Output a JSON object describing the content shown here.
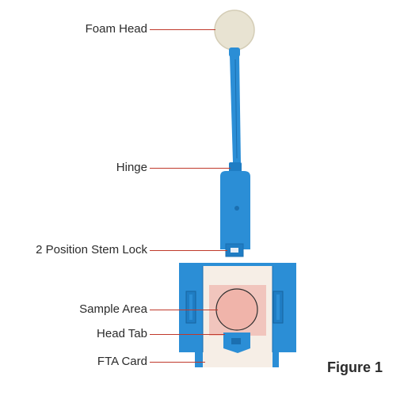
{
  "labels": {
    "foam_head": "Foam Head",
    "hinge": "Hinge",
    "stem_lock": "2 Position Stem Lock",
    "sample_area": "Sample Area",
    "head_tab": "Head Tab",
    "fta_card": "FTA Card"
  },
  "caption": "Figure 1",
  "colors": {
    "device_blue": "#2b8ed6",
    "device_blue_dark": "#1b6fb0",
    "foam": "#e8e3d2",
    "sample_pink": "#f1c5bd",
    "card": "#f6eee6",
    "leader_line": "#c0392b"
  }
}
